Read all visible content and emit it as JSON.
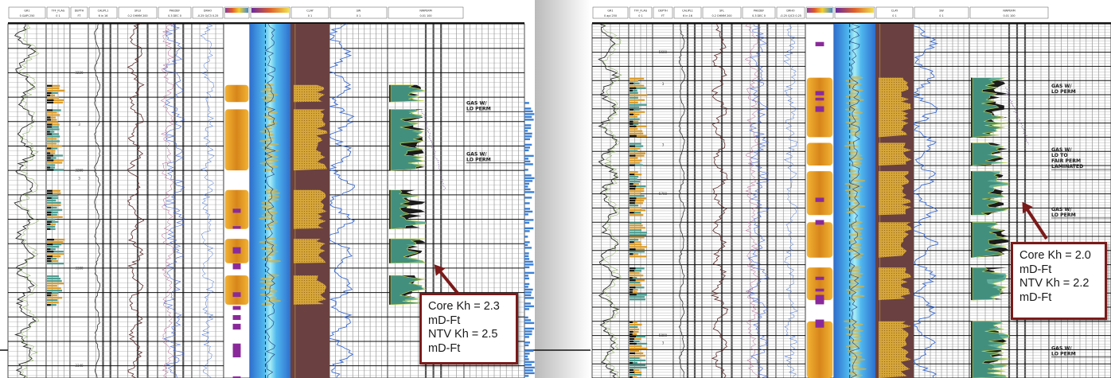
{
  "chart_data": [
    {
      "type": "area",
      "title": "",
      "panel": "left",
      "track_headers": [
        "GR1",
        "TFF_FLAG",
        "DEPTH",
        "CALIPL1",
        "SFLU",
        "PHEDEF",
        "DRHO",
        "",
        "",
        "CLAY",
        "SW",
        "NWPERM"
      ],
      "header_scales": [
        "0 GAPI 250",
        "0 1",
        "FT",
        "6 in 16",
        "0.2 OHMM 200",
        "0.3 DEC 0",
        "-0.25 G/C3 0.25",
        "",
        "",
        "0 1",
        "0 1",
        "0.01 100"
      ],
      "depth_labels": [
        "3220",
        "3260",
        "3300",
        "3340"
      ],
      "zone_annotations": [
        {
          "text": [
            "GAS W/",
            "LO PERM"
          ],
          "depth": 3233
        },
        {
          "text": [
            "GAS W/",
            "LO PERM"
          ],
          "depth": 3254
        }
      ],
      "callout": {
        "lines": [
          "Core Kh = 2.3",
          "mD-Ft",
          "NTV Kh = 2.5",
          "mD-Ft"
        ]
      },
      "depth_range": [
        3200,
        3345
      ],
      "markers": [
        {
          "text": "3",
          "depth": 3241
        },
        {
          "text": "3",
          "depth": 3263
        }
      ]
    },
    {
      "type": "area",
      "title": "",
      "panel": "right",
      "track_headers": [
        "GR1",
        "TFF_FLAG",
        "DEPTH",
        "CALIPL1",
        "SFL",
        "PHEDEF",
        "DRHO",
        "",
        "",
        "CLAY",
        "SW",
        "NWPERM"
      ],
      "header_scales": [
        "0 api 250",
        "0 1",
        "FT",
        "6 in 16",
        "0.2 OHMM 200",
        "0.3 DEC 0",
        "-0.25 G/C3 0.25",
        "",
        "",
        "0 1",
        "0 1",
        "0.01 100"
      ],
      "depth_labels": [
        "5600",
        "5700",
        "5800"
      ],
      "zone_annotations": [
        {
          "text": [
            "GAS W/",
            "LO PERM"
          ],
          "depth": 5625
        },
        {
          "text": [
            "GAS W/",
            "LO TO",
            "FAIR PERM",
            "LAMINATED"
          ],
          "depth": 5670
        },
        {
          "text": [
            "GAS W/",
            "LO PERM"
          ],
          "depth": 5712
        },
        {
          "text": [
            "GAS W/",
            "LO PERM"
          ],
          "depth": 5810
        }
      ],
      "callout": {
        "lines": [
          "Core Kh = 2.0",
          "mD-Ft",
          "NTV Kh = 2.2",
          "mD-Ft"
        ]
      },
      "depth_range": [
        5580,
        5830
      ],
      "markers": [
        {
          "text": "3",
          "depth": 5622
        },
        {
          "text": "3",
          "depth": 5665
        },
        {
          "text": "3",
          "depth": 5805
        }
      ]
    }
  ],
  "colors": {
    "por_blue": "#3a7fd6",
    "por_cyan": "#5fd0f0",
    "hc_orange": "#e8a020",
    "clay_brown": "#6a4140",
    "perm_dark": "#1b1b1b",
    "perm_teal": "#4aa38e",
    "callout_border": "#7b1a1a"
  }
}
